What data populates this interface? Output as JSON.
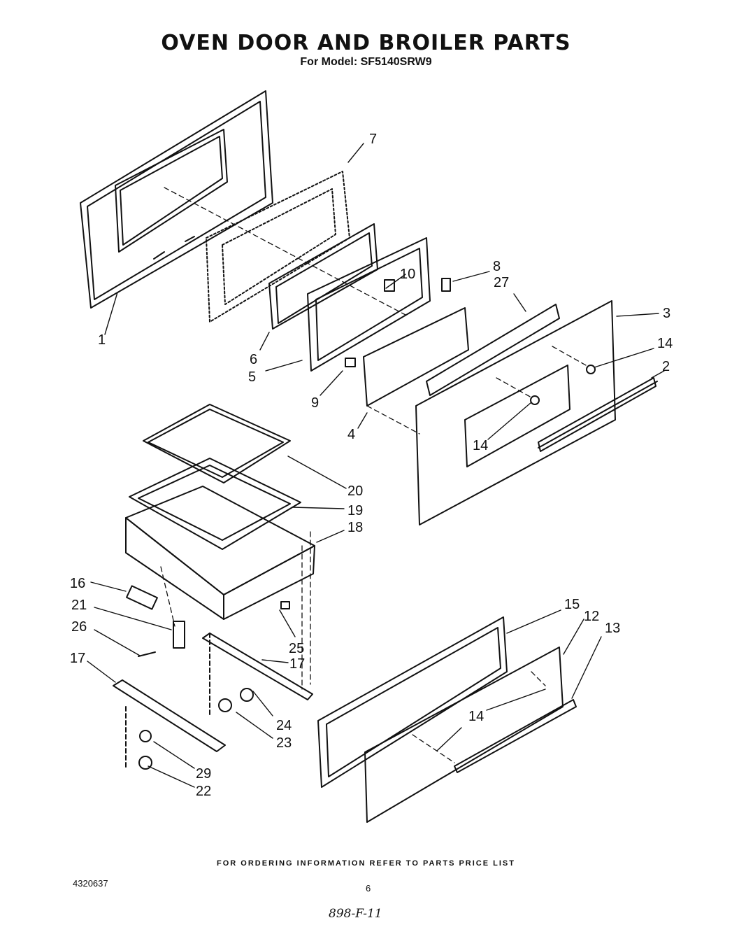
{
  "title": "OVEN DOOR AND BROILER PARTS",
  "subtitle": "For Model: SF5140SRW9",
  "footer": "FOR ORDERING INFORMATION REFER TO PARTS PRICE LIST",
  "doc_number": "4320637",
  "page_number": "6",
  "handwritten_note": "898-F-11",
  "callouts": {
    "c1": "1",
    "c2": "2",
    "c3": "3",
    "c4": "4",
    "c5": "5",
    "c6": "6",
    "c7": "7",
    "c8": "8",
    "c9": "9",
    "c10": "10",
    "c12": "12",
    "c13": "13",
    "c14a": "14",
    "c14b": "14",
    "c14c": "14",
    "c15": "15",
    "c16": "16",
    "c17a": "17",
    "c17b": "17",
    "c18": "18",
    "c19": "19",
    "c20": "20",
    "c21": "21",
    "c22": "22",
    "c23": "23",
    "c24": "24",
    "c25": "25",
    "c26": "26",
    "c27": "27",
    "c29": "29"
  }
}
